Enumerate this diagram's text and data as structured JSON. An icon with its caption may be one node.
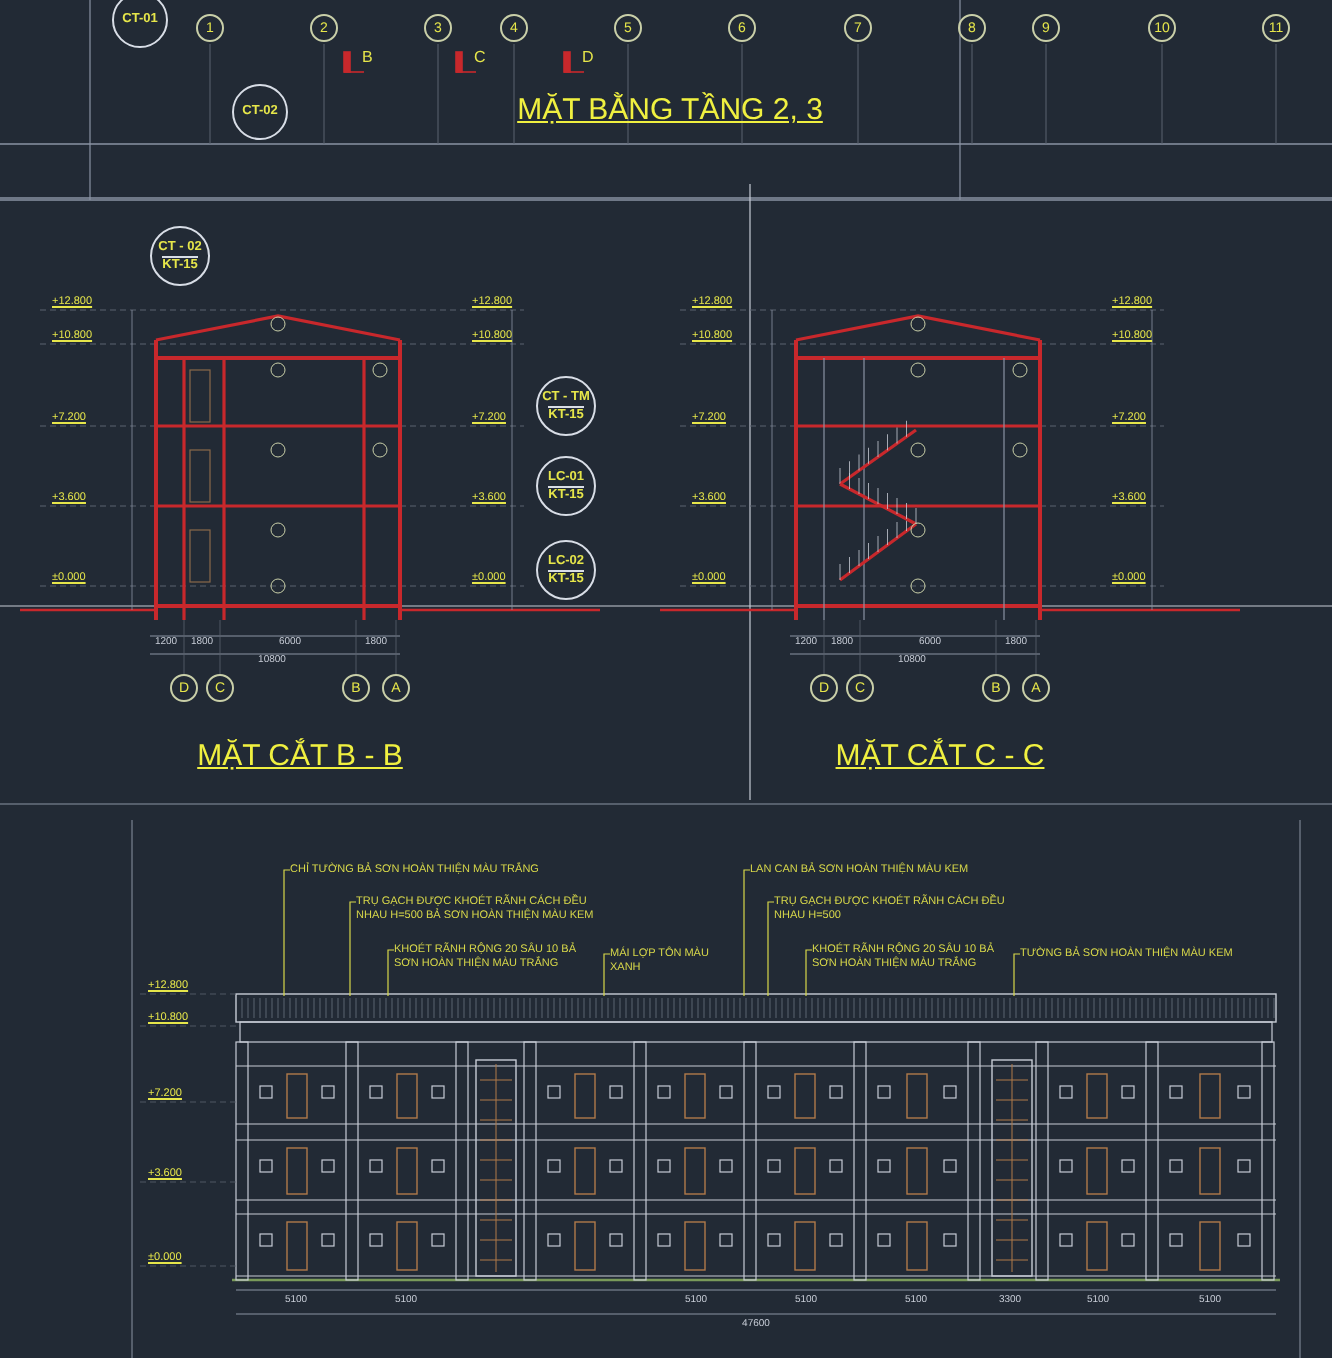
{
  "diagram": {
    "nodes": [
      {
        "text": [
          "CT-01"
        ]
      },
      {
        "text": [
          "CT-02"
        ]
      },
      {
        "text": [
          "CT - 02",
          "KT-15"
        ]
      },
      {
        "text": [
          "CT - TM",
          "KT-15"
        ]
      },
      {
        "text": [
          "LC-01",
          "KT-15"
        ]
      },
      {
        "text": [
          "LC-02",
          "KT-15"
        ]
      },
      {
        "text": [
          "CHỈ TƯỜNG BẢ SƠN HOÀN THIỆN MÀU TRẮNG"
        ]
      },
      {
        "text": [
          "TRỤ GẠCH ĐƯỢC KHOÉT RÃNH CÁCH ĐỀU NHAU H=500 BẢ SƠN HOÀN THIỆN MÀU KEM"
        ]
      },
      {
        "text": [
          "KHOÉT RÃNH RỘNG 20 SÂU 10 BẢ SƠN HOÀN THIỆN MÀU TRẮNG"
        ]
      },
      {
        "text": [
          "MÁI LỢP TÔN MÀU XANH"
        ]
      },
      {
        "text": [
          "LAN CAN BẢ SƠN HOÀN THIỆN MÀU KEM"
        ]
      },
      {
        "text": [
          "TRỤ GẠCH ĐƯỢC KHOÉT RÃNH CÁCH ĐỀU NHAU H=500"
        ]
      },
      {
        "text": [
          "KHOÉT RÃNH RỘNG 20 SÂU 10 BẢ SƠN HOÀN THIỆN MÀU TRẮNG"
        ]
      },
      {
        "text": [
          "TƯỜNG BẢ SƠN HOÀN THIỆN MÀU KEM"
        ]
      }
    ],
    "edges": [
      {
        "from": 6,
        "to": null,
        "arrow": "none"
      },
      {
        "from": 7,
        "to": null,
        "arrow": "none"
      },
      {
        "from": 8,
        "to": null,
        "arrow": "none"
      },
      {
        "from": 9,
        "to": null,
        "arrow": "none"
      },
      {
        "from": 10,
        "to": null,
        "arrow": "none"
      },
      {
        "from": 11,
        "to": null,
        "arrow": "none"
      },
      {
        "from": 12,
        "to": null,
        "arrow": "none"
      },
      {
        "from": 13,
        "to": null,
        "arrow": "none"
      }
    ],
    "labels": [
      "1",
      "2",
      "3",
      "4",
      "5",
      "6",
      "7",
      "8",
      "9",
      "10",
      "11",
      "B",
      "C",
      "D",
      "MẶT BẰNG TẦNG 2, 3",
      "+12.800",
      "+10.800",
      "+7.200",
      "+3.600",
      "±0.000",
      "+12.800",
      "+10.800",
      "+7.200",
      "+3.600",
      "±0.000",
      "1200",
      "1800",
      "6000",
      "1800",
      "10800",
      "D",
      "C",
      "B",
      "A",
      "MẶT CẮT B - B",
      "+12.800",
      "+10.800",
      "+7.200",
      "+3.600",
      "±0.000",
      "+12.800",
      "+10.800",
      "+7.200",
      "+3.600",
      "±0.000",
      "1200",
      "1800",
      "6000",
      "1800",
      "10800",
      "D",
      "C",
      "B",
      "A",
      "MẶT CẮT C - C",
      "+12.800",
      "+10.800",
      "+7.200",
      "+3.600",
      "±0.000",
      "5100",
      "5100",
      "5100",
      "5100",
      "5100",
      "3300",
      "5100",
      "5100",
      "47600"
    ]
  }
}
